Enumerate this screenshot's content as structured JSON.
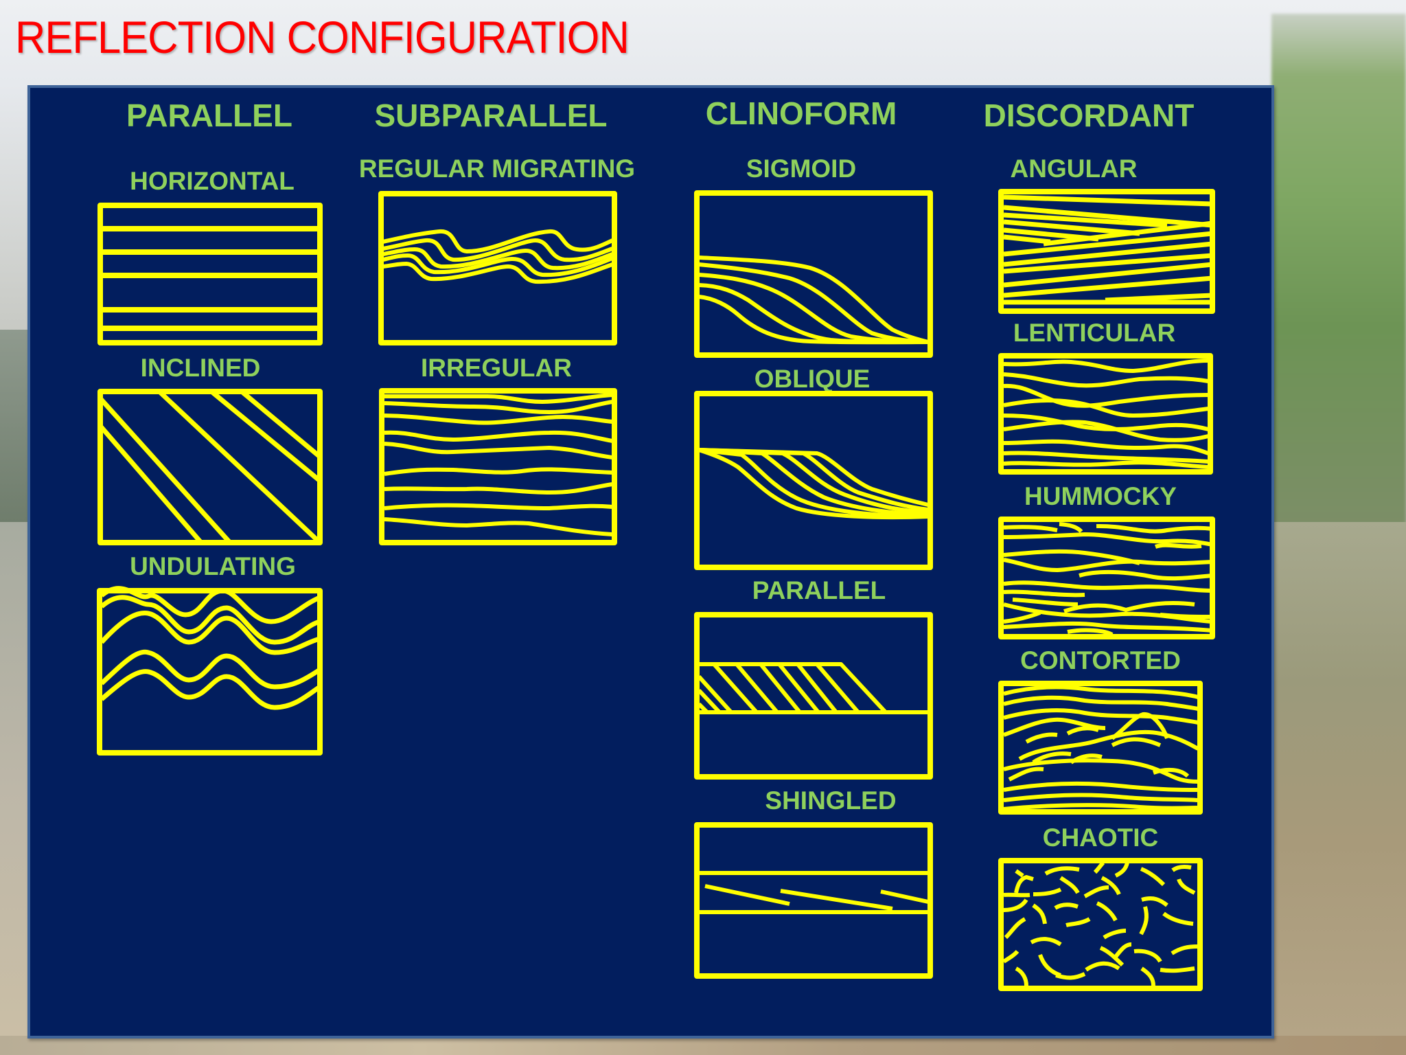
{
  "title": "REFLECTION CONFIGURATION",
  "colors": {
    "title": "#FF0000",
    "panel": "#021E5E",
    "panel_border": "#3E6398",
    "label": "#8FD15C",
    "pattern": "#FFFF00"
  },
  "columns": [
    {
      "header": "PARALLEL",
      "items": [
        {
          "label": "HORIZONTAL"
        },
        {
          "label": "INCLINED"
        },
        {
          "label": "UNDULATING"
        }
      ]
    },
    {
      "header": "SUBPARALLEL",
      "items": [
        {
          "label": "REGULAR MIGRATING"
        },
        {
          "label": "IRREGULAR"
        }
      ]
    },
    {
      "header": "CLINOFORM",
      "items": [
        {
          "label": "SIGMOID"
        },
        {
          "label": "OBLIQUE"
        },
        {
          "label": "PARALLEL"
        },
        {
          "label": "SHINGLED"
        }
      ]
    },
    {
      "header": "DISCORDANT",
      "items": [
        {
          "label": "ANGULAR"
        },
        {
          "label": "LENTICULAR"
        },
        {
          "label": "HUMMOCKY"
        },
        {
          "label": "CONTORTED"
        },
        {
          "label": "CHAOTIC"
        }
      ]
    }
  ]
}
